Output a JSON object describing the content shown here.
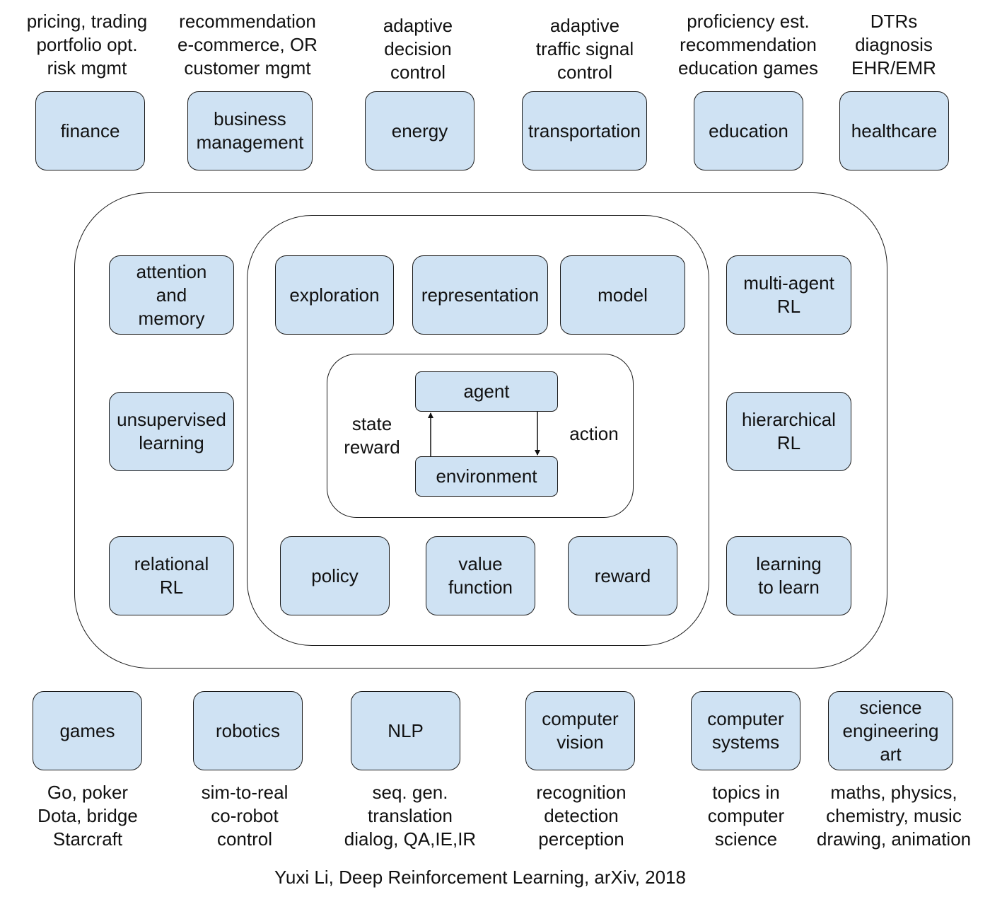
{
  "applications_top": [
    {
      "name": "finance",
      "details": "pricing, trading\nportfolio opt.\nrisk mgmt"
    },
    {
      "name": "business\nmanagement",
      "details": "recommendation\ne-commerce, OR\ncustomer mgmt"
    },
    {
      "name": "energy",
      "details": "adaptive\ndecision\ncontrol"
    },
    {
      "name": "transportation",
      "details": "adaptive\ntraffic signal\ncontrol"
    },
    {
      "name": "education",
      "details": "proficiency est.\nrecommendation\neducation games"
    },
    {
      "name": "healthcare",
      "details": "DTRs\ndiagnosis\nEHR/EMR"
    }
  ],
  "applications_bottom": [
    {
      "name": "games",
      "details": "Go, poker\nDota, bridge\nStarcraft"
    },
    {
      "name": "robotics",
      "details": "sim-to-real\nco-robot\ncontrol"
    },
    {
      "name": "NLP",
      "details": "seq. gen.\ntranslation\ndialog, QA,IE,IR"
    },
    {
      "name": "computer\nvision",
      "details": "recognition\ndetection\nperception"
    },
    {
      "name": "computer\nsystems",
      "details": "topics in\ncomputer\nscience"
    },
    {
      "name": "science\nengineering\nart",
      "details": "maths, physics,\nchemistry, music\ndrawing, animation"
    }
  ],
  "mechanisms_left": [
    "attention\nand\nmemory",
    "unsupervised\nlearning",
    "relational\nRL"
  ],
  "mechanisms_right": [
    "multi-agent\nRL",
    "hierarchical\nRL",
    "learning\nto learn"
  ],
  "core_elements_top": [
    "exploration",
    "representation",
    "model"
  ],
  "core_elements_bottom": [
    "policy",
    "value\nfunction",
    "reward"
  ],
  "rl_loop": {
    "agent": "agent",
    "environment": "environment",
    "left_label": "state\nreward",
    "right_label": "action"
  },
  "citation": "Yuxi Li, Deep Reinforcement Learning, arXiv, 2018"
}
